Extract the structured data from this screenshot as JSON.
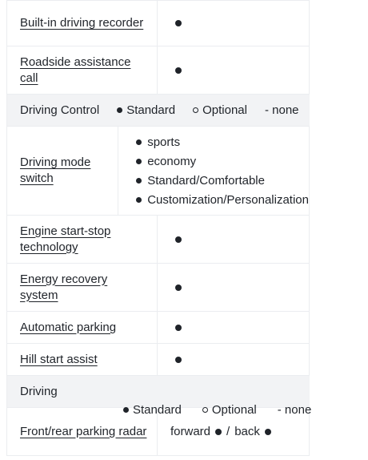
{
  "rows_top": [
    {
      "name": "Built-in driving recorder",
      "value": "dot"
    },
    {
      "name": "Roadside assistance call",
      "value": "dot"
    }
  ],
  "section_driving_control": {
    "title": "Driving Control",
    "legend": {
      "standard": "Standard",
      "optional": "Optional",
      "none": "- none"
    }
  },
  "driving_mode": {
    "name": "Driving mode switch",
    "options": [
      "sports",
      "economy",
      "Standard/Comfortable",
      "Customization/Personalization"
    ]
  },
  "rows_mid": [
    {
      "name": "Engine start-stop technology",
      "value": "dot"
    },
    {
      "name": "Energy recovery system",
      "value": "dot"
    },
    {
      "name": "Automatic parking",
      "value": "dot"
    },
    {
      "name": "Hill start assist",
      "value": "dot"
    }
  ],
  "section_driving": {
    "title": "Driving",
    "legend": {
      "standard": "Standard",
      "optional": "Optional",
      "none": "- none"
    }
  },
  "parking_radar": {
    "name": "Front/rear parking radar",
    "forward": "forward",
    "separator": "/",
    "back": "back"
  }
}
